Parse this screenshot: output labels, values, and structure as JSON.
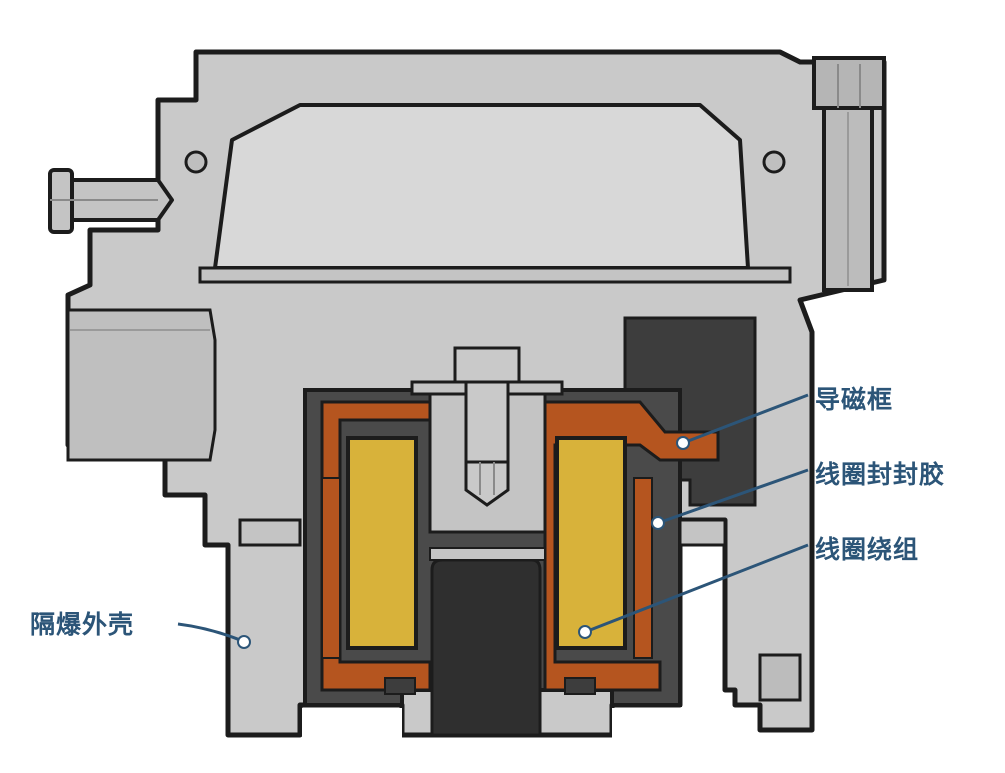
{
  "labels": {
    "magnetic_frame": "导磁框",
    "coil_sealant": "线圈封封胶",
    "coil_winding": "线圈绕组",
    "explosion_proof_housing": "隔爆外壳"
  },
  "colors": {
    "housing": "#c9c9c9",
    "cavity": "#d8d8d8",
    "outline": "#1c1c1c",
    "magnetic_frame": "#b5551f",
    "coil_winding": "#d8b23a",
    "sealant": "#4a4a4a",
    "core_dark": "#2f2f2f",
    "leader": "#2c5578"
  }
}
